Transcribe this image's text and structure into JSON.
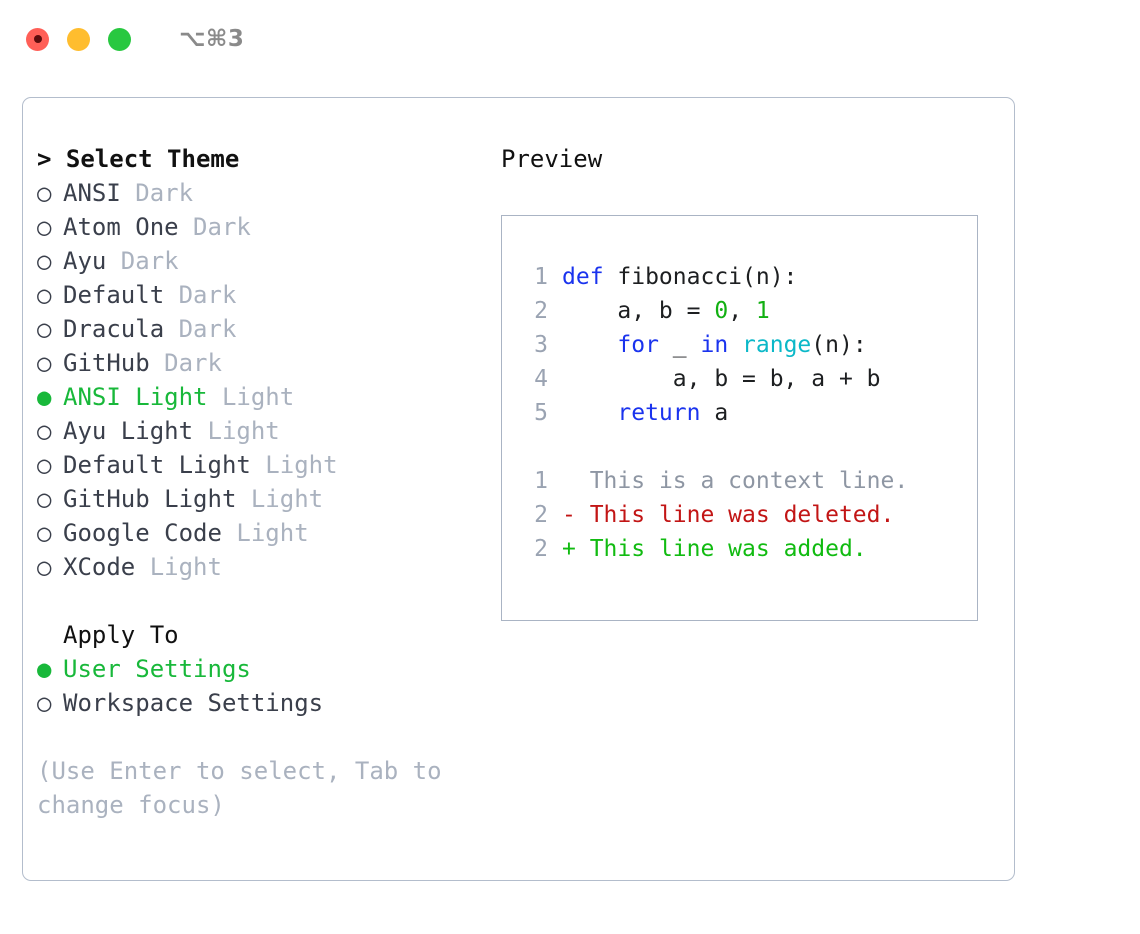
{
  "window": {
    "shortcut_label": "⌥⌘3",
    "traffic_lights": [
      {
        "name": "close",
        "color": "#ff5f57"
      },
      {
        "name": "minimize",
        "color": "#ffbd2e"
      },
      {
        "name": "maximize",
        "color": "#28c840"
      }
    ]
  },
  "theme_panel": {
    "header": "> Select Theme",
    "themes": [
      {
        "bullet": "○",
        "name": "ANSI",
        "variant": "Dark",
        "selected": false
      },
      {
        "bullet": "○",
        "name": "Atom One",
        "variant": "Dark",
        "selected": false
      },
      {
        "bullet": "○",
        "name": "Ayu",
        "variant": "Dark",
        "selected": false
      },
      {
        "bullet": "○",
        "name": "Default",
        "variant": "Dark",
        "selected": false
      },
      {
        "bullet": "○",
        "name": "Dracula",
        "variant": "Dark",
        "selected": false
      },
      {
        "bullet": "○",
        "name": "GitHub",
        "variant": "Dark",
        "selected": false
      },
      {
        "bullet": "●",
        "name": "ANSI Light",
        "variant": "Light",
        "selected": true
      },
      {
        "bullet": "○",
        "name": "Ayu Light",
        "variant": "Light",
        "selected": false
      },
      {
        "bullet": "○",
        "name": "Default Light",
        "variant": "Light",
        "selected": false
      },
      {
        "bullet": "○",
        "name": "GitHub Light",
        "variant": "Light",
        "selected": false
      },
      {
        "bullet": "○",
        "name": "Google Code",
        "variant": "Light",
        "selected": false
      },
      {
        "bullet": "○",
        "name": "XCode",
        "variant": "Light",
        "selected": false
      }
    ],
    "apply_to": {
      "header": "Apply To",
      "options": [
        {
          "bullet": "●",
          "label": "User Settings",
          "selected": true
        },
        {
          "bullet": "○",
          "label": "Workspace Settings",
          "selected": false
        }
      ]
    },
    "hint": "(Use Enter to select, Tab to change focus)"
  },
  "preview_panel": {
    "header": "Preview",
    "code_lines": [
      {
        "num": "1",
        "tokens": [
          {
            "t": "def",
            "c": "kw"
          },
          {
            "t": " fibonacci(n):",
            "c": "plain"
          }
        ]
      },
      {
        "num": "2",
        "tokens": [
          {
            "t": "    a, b = ",
            "c": "plain"
          },
          {
            "t": "0",
            "c": "num"
          },
          {
            "t": ", ",
            "c": "plain"
          },
          {
            "t": "1",
            "c": "num"
          }
        ]
      },
      {
        "num": "3",
        "tokens": [
          {
            "t": "    ",
            "c": "plain"
          },
          {
            "t": "for",
            "c": "kw"
          },
          {
            "t": " _ ",
            "c": "plain"
          },
          {
            "t": "in",
            "c": "kw"
          },
          {
            "t": " ",
            "c": "plain"
          },
          {
            "t": "range",
            "c": "fn"
          },
          {
            "t": "(n):",
            "c": "plain"
          }
        ]
      },
      {
        "num": "4",
        "tokens": [
          {
            "t": "        a, b = b, a + b",
            "c": "plain"
          }
        ]
      },
      {
        "num": "5",
        "tokens": [
          {
            "t": "    ",
            "c": "plain"
          },
          {
            "t": "return",
            "c": "kw"
          },
          {
            "t": " a",
            "c": "plain"
          }
        ]
      }
    ],
    "diff_lines": [
      {
        "num": "1",
        "marker": " ",
        "text": " This is a context line.",
        "kind": "ctx"
      },
      {
        "num": "2",
        "marker": "-",
        "text": " This line was deleted.",
        "kind": "del"
      },
      {
        "num": "2",
        "marker": "+",
        "text": " This line was added.",
        "kind": "add"
      }
    ]
  },
  "colors": {
    "selected_green": "#18b83a",
    "keyword_blue": "#1a33ee",
    "function_cyan": "#0bb8c8",
    "number_green": "#12b012",
    "diff_deleted": "#c21515",
    "diff_added": "#11bb11",
    "muted_gray": "#aab2bf",
    "border": "#b3bdcc"
  }
}
